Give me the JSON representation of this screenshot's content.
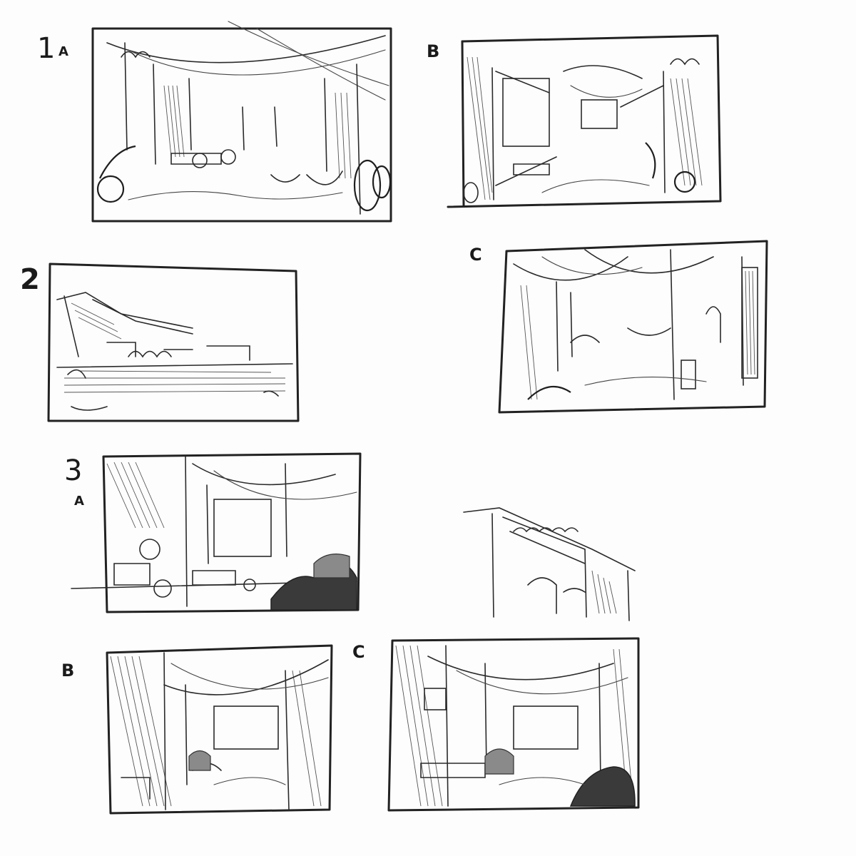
{
  "sheet": {
    "labels": {
      "t1": "1",
      "t1a": "A",
      "t1b": "B",
      "t1c": "C",
      "t2": "2",
      "t3": "3",
      "t3a": "A",
      "t3b": "B",
      "t3c": "C"
    }
  }
}
